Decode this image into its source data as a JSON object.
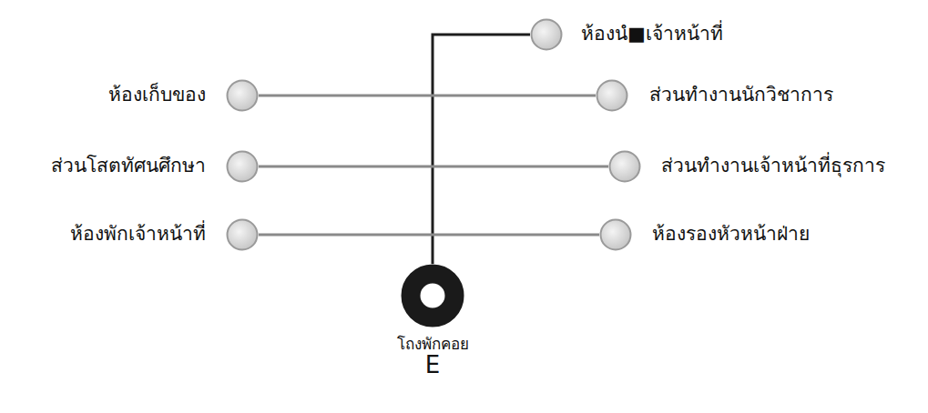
{
  "diagram": {
    "nodes": [
      {
        "text": [
          "ห้องนํ■เจ้าหน้าที่"
        ]
      },
      {
        "text": [
          "ห้องเก็บของ"
        ]
      },
      {
        "text": [
          "ส่วนทำงานนักวิชาการ"
        ]
      },
      {
        "text": [
          "ส่วนโสตทัศนศึกษา"
        ]
      },
      {
        "text": [
          "ส่วนทำงานเจ้าหน้าที่ธุรการ"
        ]
      },
      {
        "text": [
          "ห้องพักเจ้าหน้าที่"
        ]
      },
      {
        "text": [
          "ห้องรองหัวหน้าฝ่าย"
        ]
      },
      {
        "text": [
          "โถงพักคอย",
          "E"
        ]
      }
    ],
    "edges": [
      {
        "from": 7,
        "to": 0,
        "arrow": "none"
      },
      {
        "from": 1,
        "to": 2,
        "arrow": "none"
      },
      {
        "from": 3,
        "to": 4,
        "arrow": "none"
      },
      {
        "from": 5,
        "to": 6,
        "arrow": "none"
      }
    ]
  }
}
